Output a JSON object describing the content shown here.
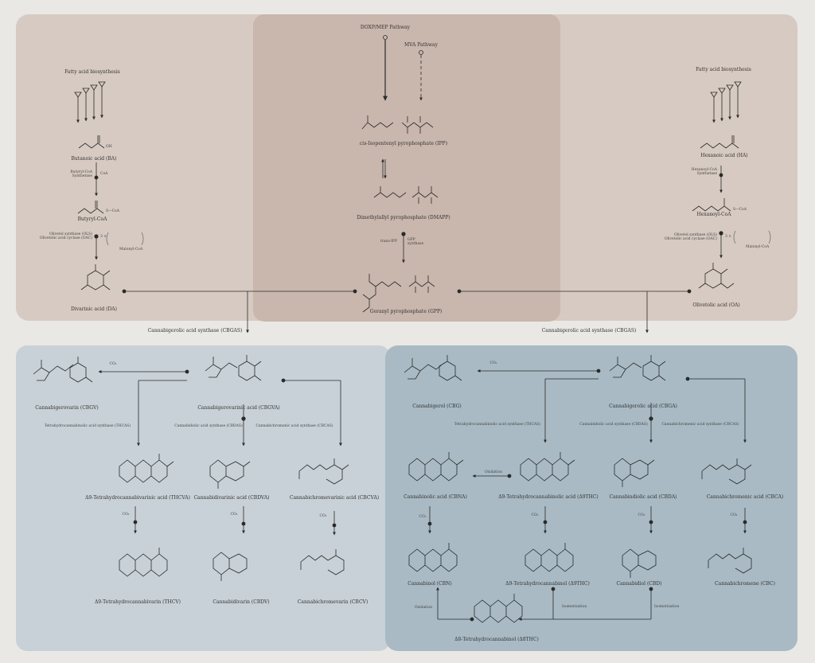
{
  "colors": {
    "background": "#e9e8e4",
    "top_panel": "#d6c8c0",
    "top_center_panel": "#c9b6ac",
    "bottom_left_panel": "#c8d1d7",
    "bottom_right_panel": "#a9bac4",
    "ink": "#2a2a2a"
  },
  "top": {
    "doxp": "DOXP/MEP Pathway",
    "mva": "MVA Pathway",
    "ipp_prefix": "cis",
    "ipp": "-Isopentenyl pyrophosphate (IPP)",
    "dmapp": "Dimethylallyl pyrophosphate (DMAPP)",
    "trans_ipp": "trans-IPP",
    "gpp_synthase": "GPP\nsynthase",
    "gpp": "Geranyl pyrophosphate (GPP)",
    "left_fa": "Fatty acid biosynthesis",
    "ba": "Butanoic acid (BA)",
    "butyryl_synth": "Butyryl-CoA\nSynthetase",
    "coa": "CoA",
    "scoa": "S—CoA",
    "butyryl": "Butyryl-CoA",
    "ols_left": "Olivetol synthase (OLS)\nOlivetolic acid cyclase (OAC)",
    "malonyl": "Malonyl-CoA",
    "three": "3 ×",
    "da": "Divarinic acid (DA)",
    "right_fa": "Fatty acid biosynthesis",
    "ha": "Hexanoic acid (HA)",
    "hexanoyl_synth": "Hexanoyl-CoA\nSynthetase",
    "hexanoyl": "Hexanoyl-CoA",
    "ols_right": "Olivetol synthase (OLS)\nOlivetolic acid cyclase (OAC)",
    "oa": "Olivetolic acid (OA)",
    "cbgas_left": "Cannabigerolic acid synthase (CBGAS)",
    "cbgas_right": "Cannabigerolic acid synthase (CBGAS)"
  },
  "bl": {
    "cbgv": "Cannabigerovarin (CBGV)",
    "cbgva": "Cannabigerovarinic acid (CBGVA)",
    "thcas": "Tetrahydrocannabinolic acid synthase (THCAS)",
    "cbdas": "Cannabidiolic acid synthase (CBDAS)",
    "cbcas": "Cannabichromenic acid synthase (CBCAS)",
    "thcva": "Δ9-Tetrahydrocannabivarinic acid (THCVA)",
    "cbdva": "Cannabidivarinic acid (CBDVA)",
    "cbcva": "Cannabichromevarinic acid (CBCVA)",
    "thcv": "Δ9-Tetrahydrocannabivarin (THCV)",
    "cbdv": "Cannabidivarin (CBDV)",
    "cbcv": "Cannabichromevarin (CBCV)",
    "co2": "CO₂"
  },
  "br": {
    "cbg": "Cannabigerol (CBG)",
    "cbga": "Cannabigerolic acid (CBGA)",
    "thcas": "Tetrahydrocannabinolic acid synthase (THCAS)",
    "cbdas": "Cannabidiolic acid synthase (CBDAS)",
    "cbcas": "Cannabichromenic acid synthase (CBCAS)",
    "cbna": "Cannabinolic acid (CBNA)",
    "oxidation1": "Oxidation",
    "d9thca": "Δ9-Tetrahydrocannabinolic acid (Δ9THC)",
    "cbda": "Cannabindiolic acid (CBDA)",
    "cbca": "Cannabichromenic acid (CBCA)",
    "cbn": "Cannabinol (CBN)",
    "d9thc": "Δ9-Tetrahydrocannabinol (Δ9THC)",
    "cbd": "Cannabidiol (CBD)",
    "cbc": "Cannabichromene (CBC)",
    "oxidation2": "Oxidation",
    "isom1": "Isomerization",
    "isom2": "Isomerization",
    "d8thc": "Δ8-Tetrahydrocannabinol (Δ8THC)",
    "co2": "CO₂"
  }
}
